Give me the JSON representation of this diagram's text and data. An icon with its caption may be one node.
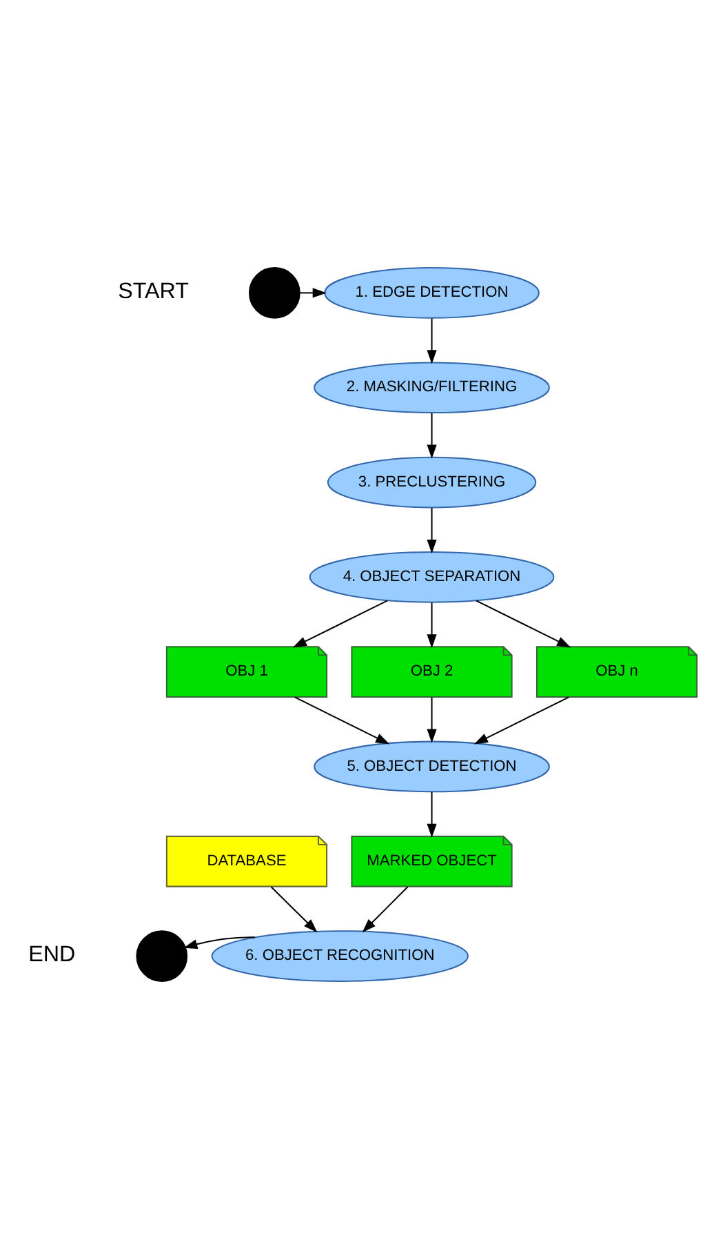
{
  "diagram": {
    "nodes": [
      {
        "text": [],
        "shape": "circle",
        "beside": [
          "START"
        ]
      },
      {
        "text": [
          "1. EDGE DETECTION"
        ]
      },
      {
        "text": [
          "2. MASKING/FILTERING"
        ]
      },
      {
        "text": [
          "3. PRECLUSTERING"
        ]
      },
      {
        "text": [
          "4. OBJECT SEPARATION"
        ]
      },
      {
        "text": [
          "OBJ 1"
        ]
      },
      {
        "text": [
          "OBJ 2"
        ]
      },
      {
        "text": [
          "OBJ n"
        ]
      },
      {
        "text": [
          "5. OBJECT DETECTION"
        ]
      },
      {
        "text": [
          "DATABASE"
        ]
      },
      {
        "text": [
          "MARKED OBJECT"
        ]
      },
      {
        "text": [
          "6. OBJECT RECOGNITION"
        ]
      },
      {
        "text": [],
        "shape": "circle",
        "beside": [
          "END"
        ]
      }
    ],
    "edges": [
      {
        "from": 0,
        "to": 1,
        "arrow": "to"
      },
      {
        "from": 1,
        "to": 2,
        "arrow": "to"
      },
      {
        "from": 2,
        "to": 3,
        "arrow": "to"
      },
      {
        "from": 3,
        "to": 4,
        "arrow": "to"
      },
      {
        "from": 4,
        "to": 5,
        "arrow": "to"
      },
      {
        "from": 4,
        "to": 6,
        "arrow": "to"
      },
      {
        "from": 4,
        "to": 7,
        "arrow": "to"
      },
      {
        "from": 5,
        "to": 8,
        "arrow": "to"
      },
      {
        "from": 6,
        "to": 8,
        "arrow": "to"
      },
      {
        "from": 7,
        "to": 8,
        "arrow": "to"
      },
      {
        "from": 8,
        "to": 10,
        "arrow": "to"
      },
      {
        "from": 10,
        "to": 11,
        "arrow": "to"
      },
      {
        "from": 9,
        "to": 11,
        "arrow": "to"
      },
      {
        "from": 11,
        "to": 12,
        "arrow": "to"
      }
    ]
  }
}
